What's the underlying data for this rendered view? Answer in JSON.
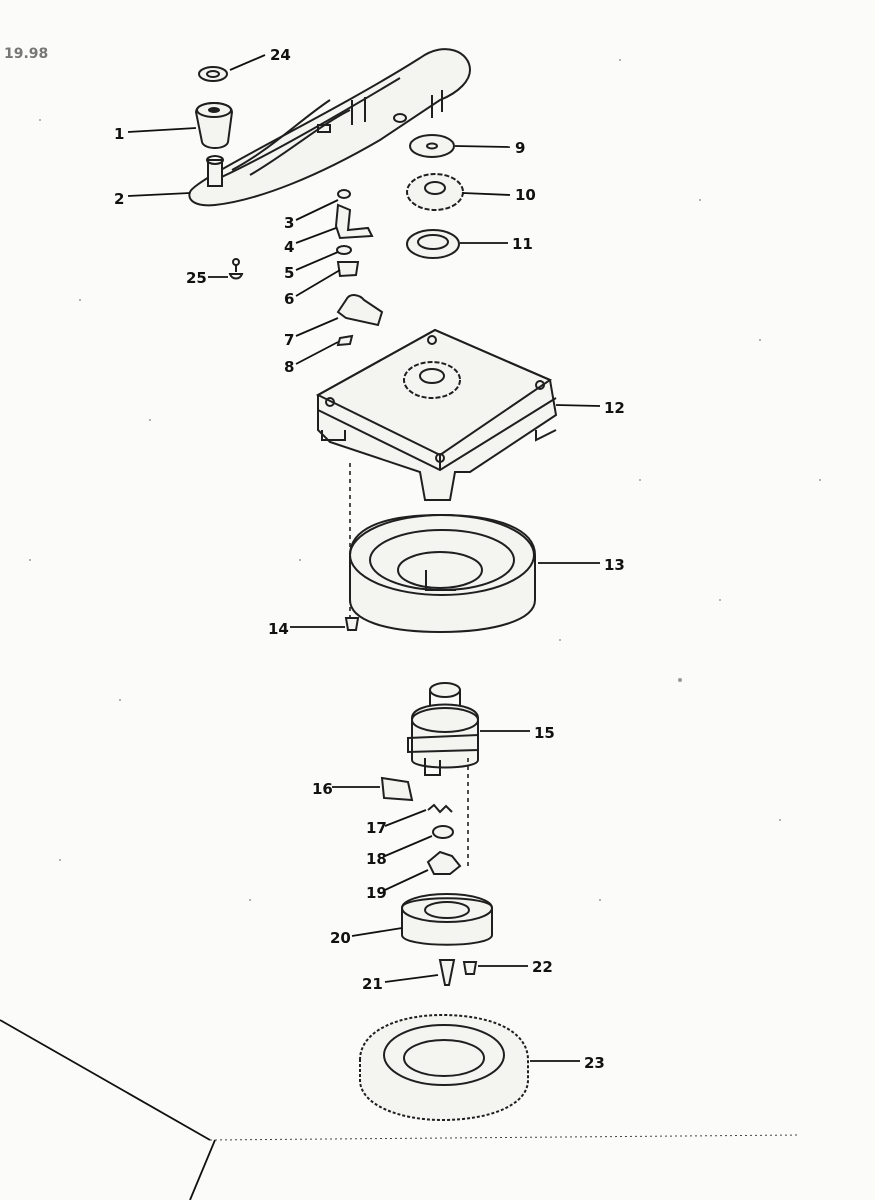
{
  "diagram": {
    "corner_text": "19.98",
    "labels": {
      "p1": "1",
      "p2": "2",
      "p3": "3",
      "p4": "4",
      "p5": "5",
      "p6": "6",
      "p7": "7",
      "p8": "8",
      "p9": "9",
      "p10": "10",
      "p11": "11",
      "p12": "12",
      "p13": "13",
      "p14": "14",
      "p15": "15",
      "p16": "16",
      "p17": "17",
      "p18": "18",
      "p19": "19",
      "p20": "20",
      "p21": "21",
      "p22": "22",
      "p23": "23",
      "p24": "24",
      "p25": "25"
    }
  }
}
